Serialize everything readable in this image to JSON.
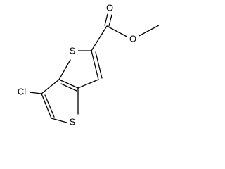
{
  "molecule": {
    "atoms": {
      "o_carbonyl": "O",
      "o_ester": "O",
      "s_top": "S",
      "s_bottom": "S",
      "cl": "Cl"
    },
    "bond_color": "#000000",
    "background": "#ffffff"
  }
}
